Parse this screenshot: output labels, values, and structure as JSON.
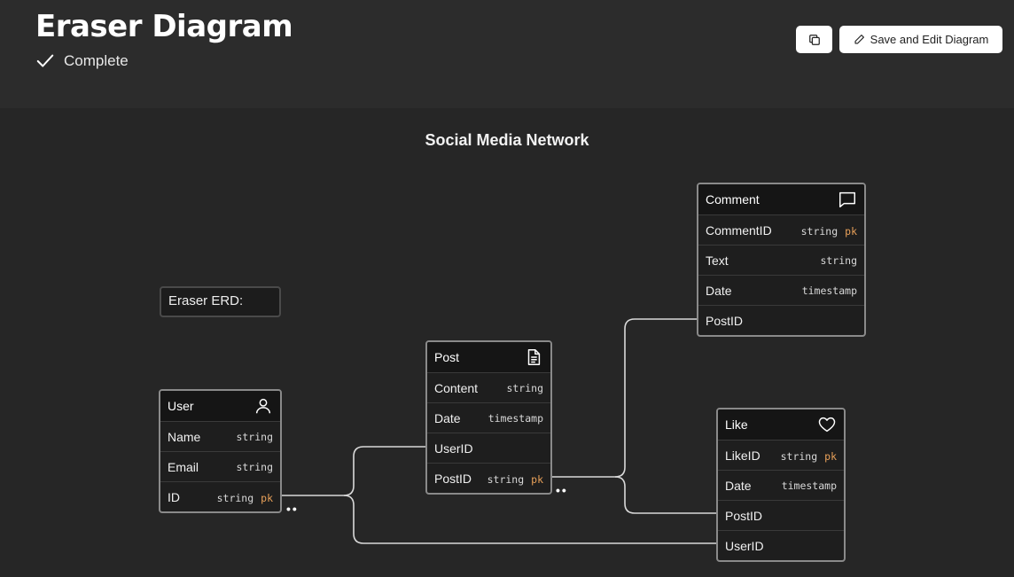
{
  "header": {
    "title": "Eraser Diagram",
    "status": "Complete",
    "copy_icon": "copy-icon",
    "save_label": "Save and Edit Diagram",
    "save_icon": "pencil-icon"
  },
  "diagram": {
    "title": "Social Media Network",
    "note": "Eraser ERD:",
    "entities": {
      "user": {
        "name": "User",
        "icon": "user-icon",
        "fields": [
          {
            "name": "Name",
            "type": "string",
            "pk": ""
          },
          {
            "name": "Email",
            "type": "string",
            "pk": ""
          },
          {
            "name": "ID",
            "type": "string",
            "pk": "pk"
          }
        ]
      },
      "post": {
        "name": "Post",
        "icon": "document-icon",
        "fields": [
          {
            "name": "Content",
            "type": "string",
            "pk": ""
          },
          {
            "name": "Date",
            "type": "timestamp",
            "pk": ""
          },
          {
            "name": "UserID",
            "type": "",
            "pk": ""
          },
          {
            "name": "PostID",
            "type": "string",
            "pk": "pk"
          }
        ]
      },
      "comment": {
        "name": "Comment",
        "icon": "comment-icon",
        "fields": [
          {
            "name": "CommentID",
            "type": "string",
            "pk": "pk"
          },
          {
            "name": "Text",
            "type": "string",
            "pk": ""
          },
          {
            "name": "Date",
            "type": "timestamp",
            "pk": ""
          },
          {
            "name": "PostID",
            "type": "",
            "pk": ""
          }
        ]
      },
      "like": {
        "name": "Like",
        "icon": "heart-icon",
        "fields": [
          {
            "name": "LikeID",
            "type": "string",
            "pk": "pk"
          },
          {
            "name": "Date",
            "type": "timestamp",
            "pk": ""
          },
          {
            "name": "PostID",
            "type": "",
            "pk": ""
          },
          {
            "name": "UserID",
            "type": "",
            "pk": ""
          }
        ]
      }
    },
    "relations": [
      {
        "from": "User.ID",
        "to": "Post.UserID"
      },
      {
        "from": "User.ID",
        "to": "Like.UserID"
      },
      {
        "from": "Post.PostID",
        "to": "Comment.PostID"
      },
      {
        "from": "Post.PostID",
        "to": "Like.PostID"
      }
    ]
  },
  "colors": {
    "background": "#262626",
    "header": "#2c2c2c",
    "pk": "#e9a15a",
    "entity_border": "#8a8a8a"
  }
}
